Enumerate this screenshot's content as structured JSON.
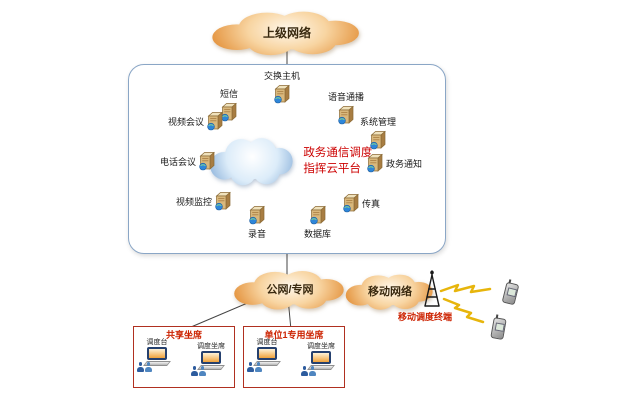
{
  "diagram": {
    "top_cloud": {
      "label": "上级网络"
    },
    "platform": {
      "cloud_label": "政务通信调度指挥云平台",
      "servers": [
        {
          "label": "交换主机"
        },
        {
          "label": "短信"
        },
        {
          "label": "语音通播"
        },
        {
          "label": "视频会议"
        },
        {
          "label": "系统管理"
        },
        {
          "label": "电话会议"
        },
        {
          "label": "政务通知"
        },
        {
          "label": "视频监控"
        },
        {
          "label": "传真"
        },
        {
          "label": "录音"
        },
        {
          "label": "数据库"
        }
      ]
    },
    "public_cloud": {
      "label": "公网/专网"
    },
    "mobile_cloud": {
      "label": "移动网络"
    },
    "mobile_terminal": {
      "label": "移动调度终端",
      "phone_count": 2
    },
    "seat_groups": [
      {
        "title": "共享坐席",
        "consoles": [
          {
            "label": "调度台"
          },
          {
            "label": "调度坐席"
          }
        ]
      },
      {
        "title": "单位1专用坐席",
        "consoles": [
          {
            "label": "调度台"
          },
          {
            "label": "调度坐席"
          }
        ]
      }
    ],
    "icons": {
      "server": "server-icon",
      "cloud": "cloud-shape",
      "antenna": "antenna-icon",
      "phone": "mobile-phone-icon",
      "workstation": "workstation-icon",
      "person": "person-icon",
      "lightning": "lightning-bolt-icon"
    },
    "colors": {
      "cloud_orange_edge": "#e0862a",
      "cloud_blue_edge": "#7fa9d6",
      "platform_text": "#cc0000",
      "seat_border": "#b03020",
      "seat_title": "#cc2200",
      "server_body": "#d9b87c",
      "connector": "#444444",
      "bolt": "#e7b50c"
    }
  }
}
